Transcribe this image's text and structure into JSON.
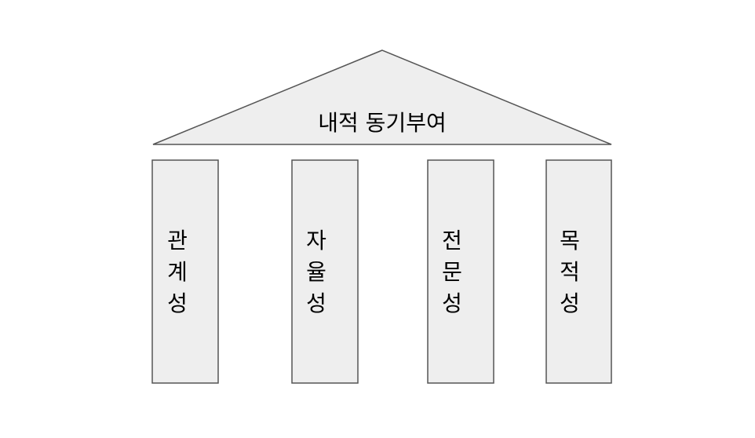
{
  "roof": {
    "label": "내적 동기부여"
  },
  "pillars": [
    {
      "lines": [
        "관",
        "계",
        "성"
      ]
    },
    {
      "lines": [
        "자",
        "율",
        "성"
      ]
    },
    {
      "lines": [
        "전",
        "문",
        "성"
      ]
    },
    {
      "lines": [
        "목",
        "적",
        "성"
      ]
    }
  ],
  "colors": {
    "fill": "#eeeeee",
    "stroke": "#555555",
    "text": "#000000"
  }
}
